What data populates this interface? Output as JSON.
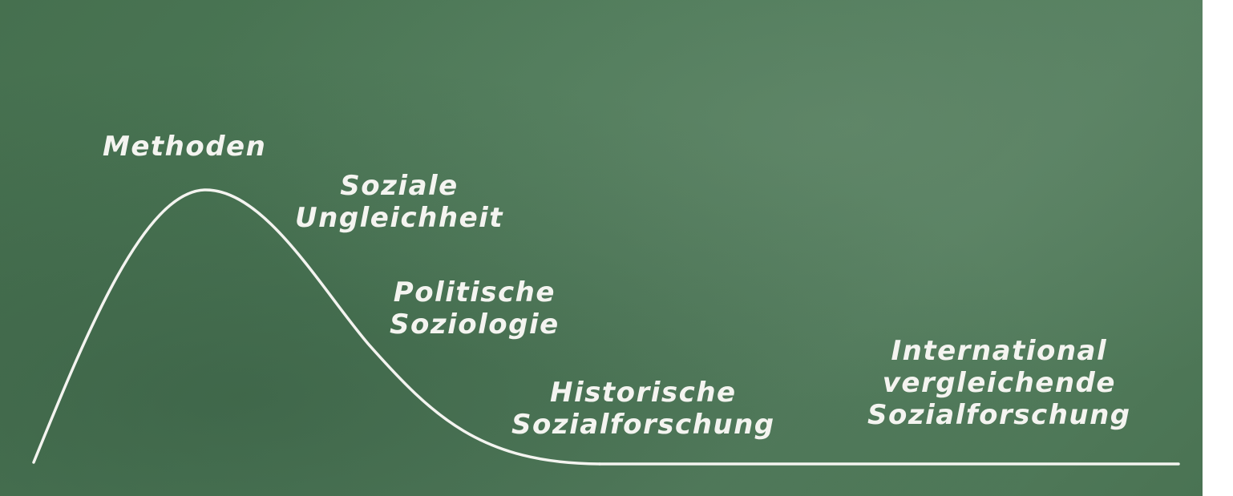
{
  "diagram": {
    "labels": {
      "methoden": [
        "Methoden"
      ],
      "soziale_ungleichheit": [
        "Soziale",
        "Ungleichheit"
      ],
      "politische_soziologie": [
        "Politische",
        "Soziologie"
      ],
      "historische_sozialforschung": [
        "Historische",
        "Sozialforschung"
      ],
      "international_vergleichende": [
        "International",
        "vergleichende",
        "Sozialforschung"
      ]
    },
    "colors": {
      "board": "#4d7a58",
      "chalk": "#f4f4f0"
    }
  }
}
